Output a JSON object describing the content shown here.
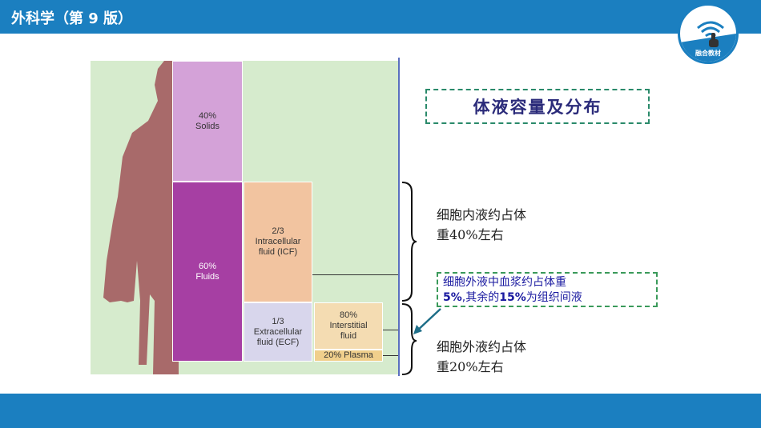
{
  "header": {
    "title": "外科学（第 9 版）"
  },
  "logo": {
    "text": "融合教材",
    "icon": "wifi-hand-icon"
  },
  "figure": {
    "solids": "40%\nSolids",
    "fluids": "60%\nFluids",
    "icf": "2/3\nIntracellular\nfluid (ICF)",
    "ecf": "1/3\nExtracellular\nfluid (ECF)",
    "interstitial": "80%\nInterstitial\nfluid",
    "plasma": "20% Plasma",
    "silhouette_icon": "human-body-silhouette"
  },
  "heading": "体液容量及分布",
  "annotations": {
    "icf_line1": "细胞内液约占体",
    "icf_line2": "重40%左右",
    "ecf_line1": "细胞外液约占体",
    "ecf_line2": "重20%左右"
  },
  "note": {
    "line1": "细胞外液中血浆约占体重",
    "line2_a": "5%",
    "line2_b": ",其余的",
    "line2_c": "15%",
    "line2_d": "为组织间液"
  },
  "colors": {
    "bar": "#1b7fc0",
    "figure_bg": "#d6ebcd",
    "solids": "#d4a2d8",
    "fluids": "#a63fa3",
    "icf": "#f2c4a0",
    "ecf": "#d8d6ec",
    "interstitial": "#f4dcb2",
    "plasma": "#f0cf8c"
  }
}
